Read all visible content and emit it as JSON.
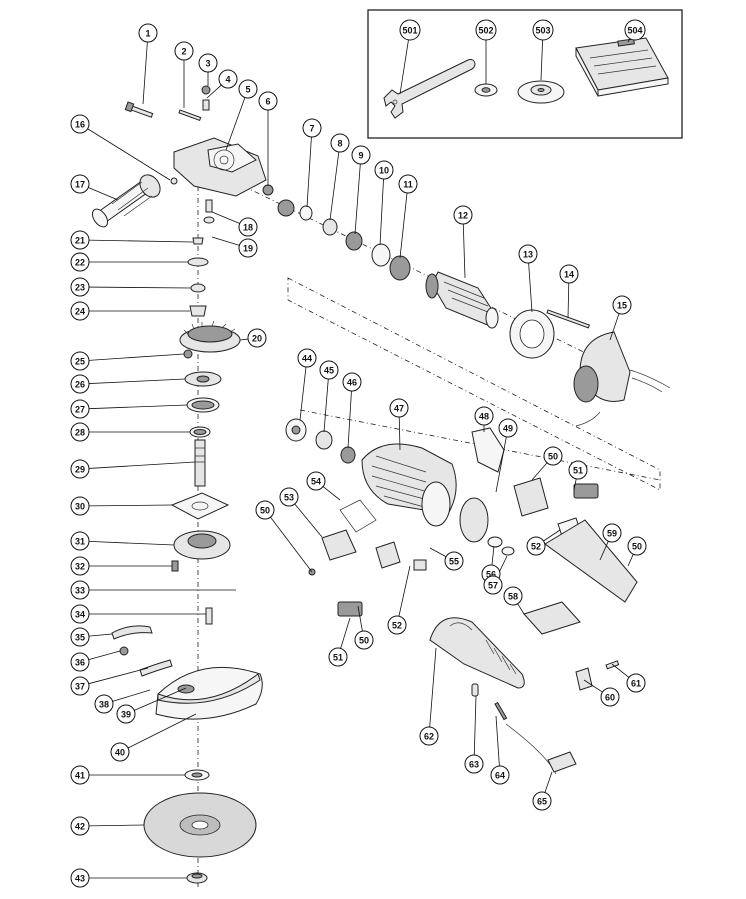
{
  "parts": [
    {
      "n": "1"
    },
    {
      "n": "2"
    },
    {
      "n": "3"
    },
    {
      "n": "4"
    },
    {
      "n": "5"
    },
    {
      "n": "6"
    },
    {
      "n": "7"
    },
    {
      "n": "8"
    },
    {
      "n": "9"
    },
    {
      "n": "10"
    },
    {
      "n": "11"
    },
    {
      "n": "12"
    },
    {
      "n": "13"
    },
    {
      "n": "14"
    },
    {
      "n": "15"
    },
    {
      "n": "16"
    },
    {
      "n": "17"
    },
    {
      "n": "18"
    },
    {
      "n": "19"
    },
    {
      "n": "20"
    },
    {
      "n": "21"
    },
    {
      "n": "22"
    },
    {
      "n": "23"
    },
    {
      "n": "24"
    },
    {
      "n": "25"
    },
    {
      "n": "26"
    },
    {
      "n": "27"
    },
    {
      "n": "28"
    },
    {
      "n": "29"
    },
    {
      "n": "30"
    },
    {
      "n": "31"
    },
    {
      "n": "32"
    },
    {
      "n": "33"
    },
    {
      "n": "34"
    },
    {
      "n": "35"
    },
    {
      "n": "36"
    },
    {
      "n": "37"
    },
    {
      "n": "38"
    },
    {
      "n": "39"
    },
    {
      "n": "40"
    },
    {
      "n": "41"
    },
    {
      "n": "42"
    },
    {
      "n": "43"
    },
    {
      "n": "44"
    },
    {
      "n": "45"
    },
    {
      "n": "46"
    },
    {
      "n": "47"
    },
    {
      "n": "48"
    },
    {
      "n": "49"
    },
    {
      "n": "50"
    },
    {
      "n": "50"
    },
    {
      "n": "50"
    },
    {
      "n": "50"
    },
    {
      "n": "51"
    },
    {
      "n": "51"
    },
    {
      "n": "52"
    },
    {
      "n": "52"
    },
    {
      "n": "53"
    },
    {
      "n": "54"
    },
    {
      "n": "55"
    },
    {
      "n": "56"
    },
    {
      "n": "57"
    },
    {
      "n": "58"
    },
    {
      "n": "59"
    },
    {
      "n": "60"
    },
    {
      "n": "61"
    },
    {
      "n": "62"
    },
    {
      "n": "63"
    },
    {
      "n": "64"
    },
    {
      "n": "65"
    },
    {
      "n": "501"
    },
    {
      "n": "502"
    },
    {
      "n": "503"
    },
    {
      "n": "504"
    }
  ]
}
